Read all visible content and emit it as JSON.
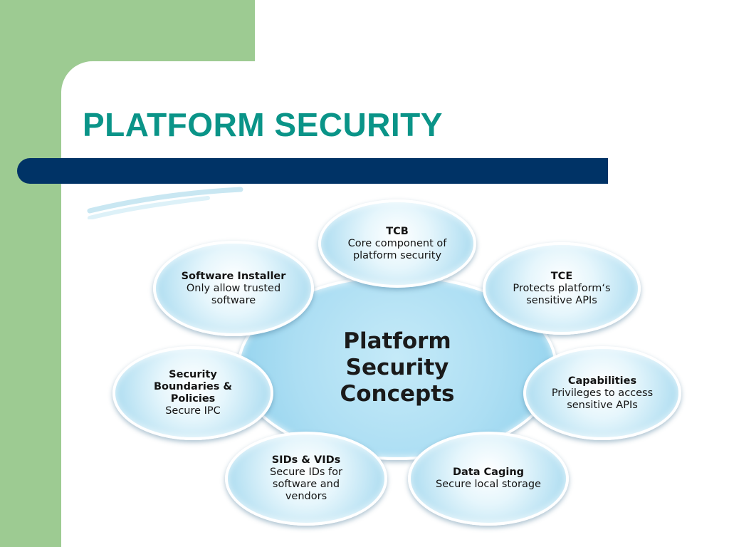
{
  "slide": {
    "title": "PLATFORM SECURITY",
    "colors": {
      "title": "#0a9488",
      "bar": "#003366",
      "side_block": "#9dcb92",
      "bubble": "#b9e2f3"
    }
  },
  "diagram": {
    "center": "Platform Security Concepts",
    "nodes": [
      {
        "title": "TCB",
        "desc": "Core component of platform security"
      },
      {
        "title": "TCE",
        "desc": "Protects platform‘s sensitive APIs"
      },
      {
        "title": "Capabilities",
        "desc": "Privileges to access sensitive APIs"
      },
      {
        "title": "Data Caging",
        "desc": "Secure local storage"
      },
      {
        "title": "SIDs & VIDs",
        "desc": "Secure IDs for software and vendors"
      },
      {
        "title": "Security Boundaries & Policies",
        "desc": "Secure IPC"
      },
      {
        "title": "Software Installer",
        "desc": "Only allow trusted software"
      }
    ]
  }
}
